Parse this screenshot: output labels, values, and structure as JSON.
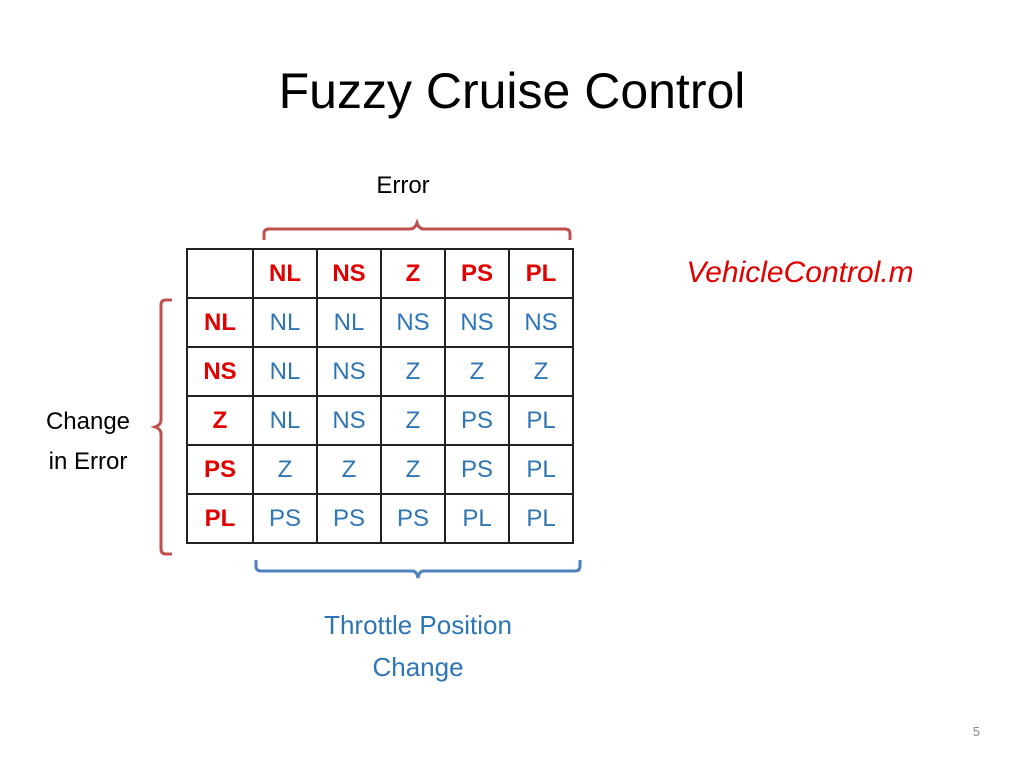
{
  "slide": {
    "title": "Fuzzy Cruise Control",
    "error_label": "Error",
    "change_label_line1": "Change",
    "change_label_line2": "in Error",
    "throttle_label_line1": "Throttle Position",
    "throttle_label_line2": "Change",
    "file_name": "VehicleControl.m",
    "page_number": "5"
  },
  "table": {
    "columns": [
      "NL",
      "NS",
      "Z",
      "PS",
      "PL"
    ],
    "rows": [
      {
        "label": "NL",
        "cells": [
          "NL",
          "NL",
          "NS",
          "NS",
          "NS"
        ]
      },
      {
        "label": "NS",
        "cells": [
          "NL",
          "NS",
          "Z",
          "Z",
          "Z"
        ]
      },
      {
        "label": "Z",
        "cells": [
          "NL",
          "NS",
          "Z",
          "PS",
          "PL"
        ]
      },
      {
        "label": "PS",
        "cells": [
          "Z",
          "Z",
          "Z",
          "PS",
          "PL"
        ]
      },
      {
        "label": "PL",
        "cells": [
          "PS",
          "PS",
          "PS",
          "PL",
          "PL"
        ]
      }
    ]
  },
  "colors": {
    "header_red": "#e00000",
    "value_blue": "#2e75b6",
    "bracket_red": "#c0504d",
    "bracket_blue": "#4f81bd"
  }
}
